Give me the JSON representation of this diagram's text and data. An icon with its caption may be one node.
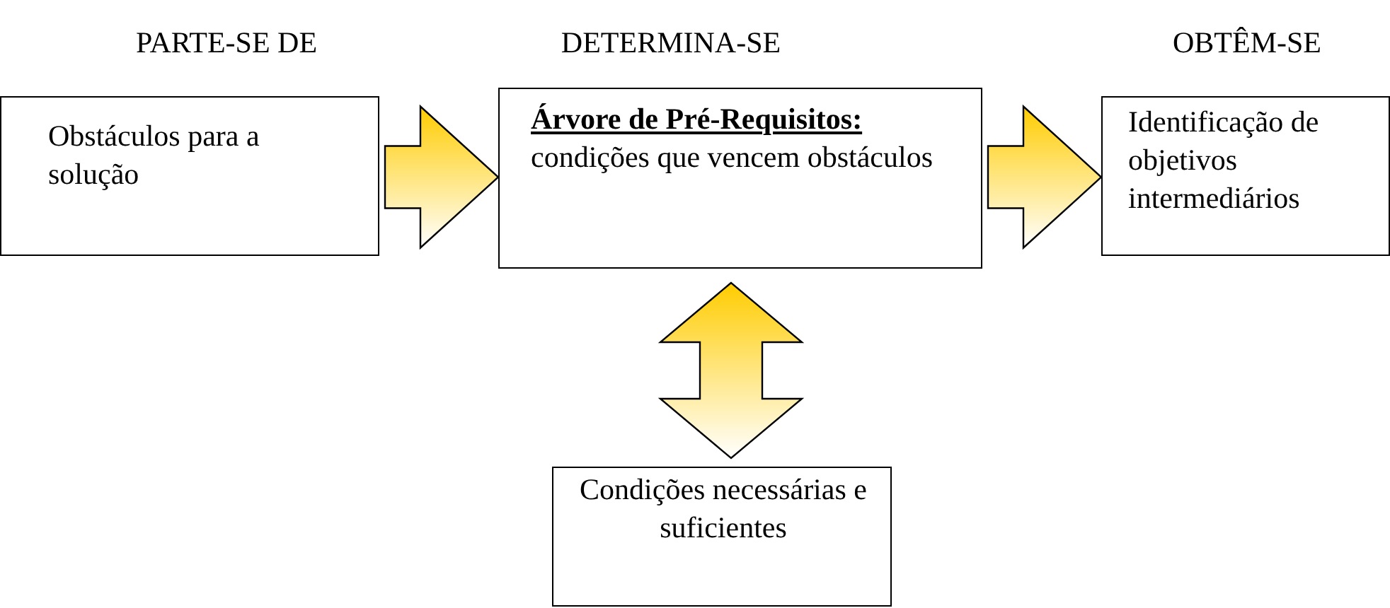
{
  "diagram": {
    "nodes": [
      {
        "text": [
          "Obstáculos para a solução"
        ]
      },
      {
        "text": [
          "Árvore de Pré-Requisitos:",
          "condições que vencem obstáculos"
        ]
      },
      {
        "text": [
          "Identificação de objetivos intermediários"
        ]
      },
      {
        "text": [
          "Condições necessárias e suficientes"
        ]
      }
    ],
    "edges": [
      {
        "from": 0,
        "to": 1,
        "arrow": "to"
      },
      {
        "from": 1,
        "to": 2,
        "arrow": "to"
      },
      {
        "from": 1,
        "to": 3,
        "arrow": "both"
      }
    ],
    "labels": [
      "PARTE-SE DE",
      "DETERMINA-SE",
      "OBTÊM-SE"
    ]
  }
}
